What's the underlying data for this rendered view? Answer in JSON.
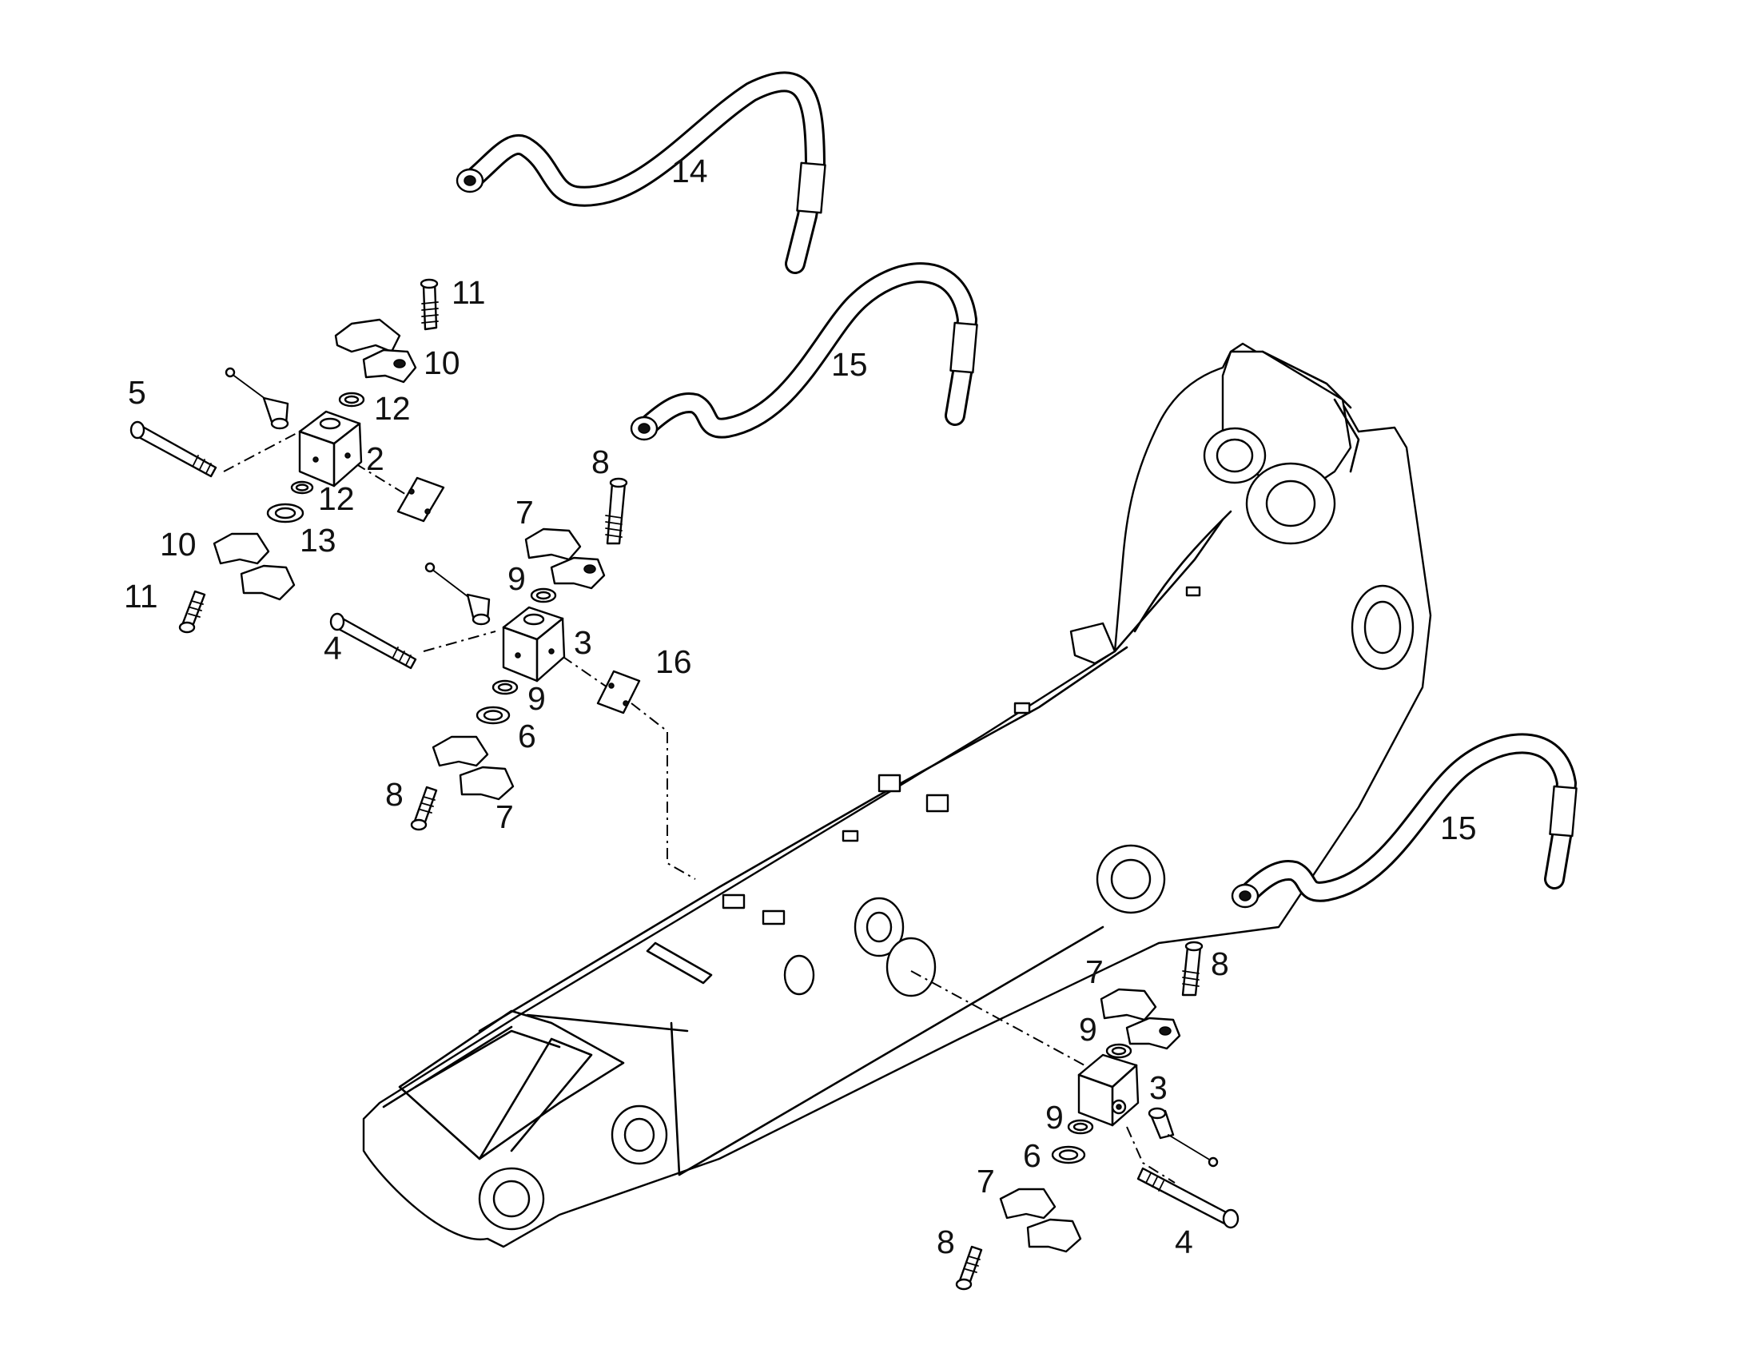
{
  "callouts": {
    "c14": "14",
    "c11_top": "11",
    "c10_top": "10",
    "c15_top": "15",
    "c5": "5",
    "c12_a": "12",
    "c2": "2",
    "c12_b": "12",
    "c8_top": "8",
    "c13": "13",
    "c10_left": "10",
    "c7_top": "7",
    "c11_left": "11",
    "c9_top": "9",
    "c4_left": "4",
    "c3_left": "3",
    "c16": "16",
    "c9_mid": "9",
    "c6_left": "6",
    "c8_left": "8",
    "c7_left": "7",
    "c15_right": "15",
    "c8_right": "8",
    "c7_right": "7",
    "c9_right_a": "9",
    "c3_right": "3",
    "c9_right_b": "9",
    "c6_right": "6",
    "c7_bottom": "7",
    "c8_bottom": "8",
    "c4_bottom": "4"
  }
}
